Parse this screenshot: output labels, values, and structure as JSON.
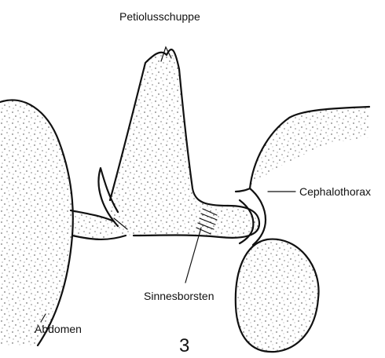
{
  "figure": {
    "number": "3",
    "labels": {
      "petiole_scale": "Petiolusschuppe",
      "cephalothorax": "Cephalothorax",
      "sensory_bristles": "Sinnesborsten",
      "abdomen": "Abdomen"
    }
  }
}
